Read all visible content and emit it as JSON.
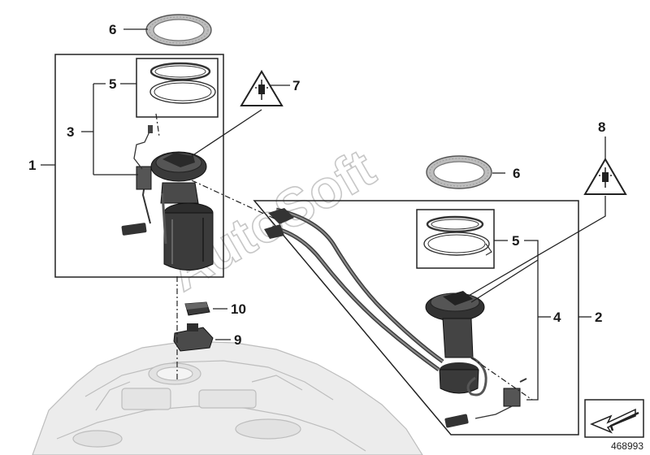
{
  "callouts": {
    "c1": "1",
    "c2": "2",
    "c3": "3",
    "c4": "4",
    "c5a": "5",
    "c5b": "5",
    "c6a": "6",
    "c6b": "6",
    "c7": "7",
    "c8": "8",
    "c9": "9",
    "c10": "10"
  },
  "watermark": "AutoSoft",
  "reference_number": "468993",
  "icons": {
    "warning": "fuel-pump-warning-triangle-icon",
    "navigation": "arrow-down-left-icon"
  },
  "colors": {
    "line": "#222222",
    "watermark": "#c7c7c7",
    "part_dark": "#3a3a3a",
    "tank_gray": "#e3e3e3"
  }
}
